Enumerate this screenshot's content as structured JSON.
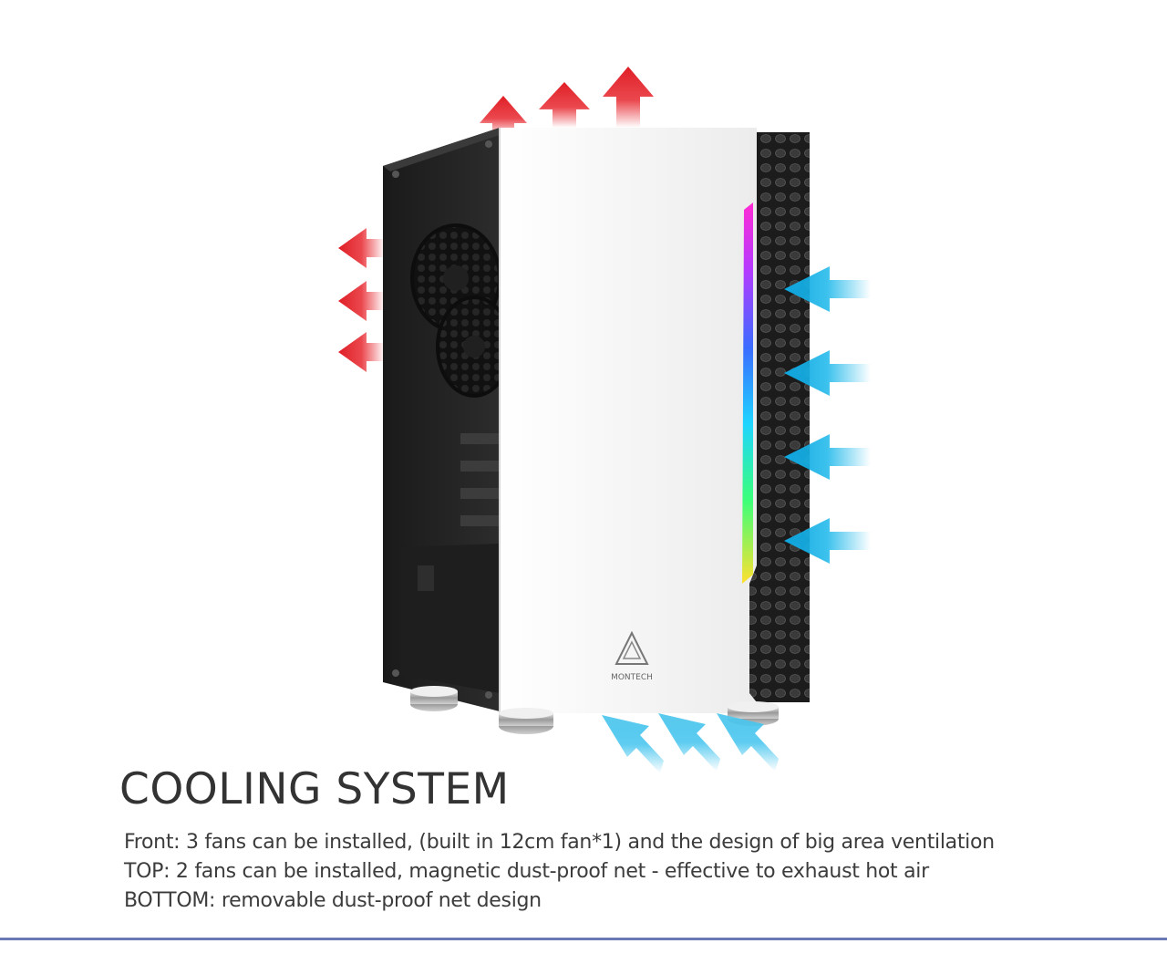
{
  "brand": {
    "logo_text": "MONTECH"
  },
  "heading": "COOLING SYSTEM",
  "description": [
    "Front: 3 fans can be installed, (built in 12cm fan*1) and the design of big area ventilation",
    "TOP: 2 fans can be installed, magnetic dust-proof net - effective to exhaust hot air",
    "BOTTOM: removable dust-proof net design"
  ],
  "colors": {
    "exhaust_arrow": "#e8333a",
    "intake_arrow": "#1ab7ea",
    "front_panel": "#f4f4f4",
    "divider": "#6a78b4"
  },
  "icons": {
    "exhaust": "red-exhaust-arrow-icon",
    "intake": "blue-intake-arrow-icon",
    "logo": "montech-triangle-logo"
  }
}
